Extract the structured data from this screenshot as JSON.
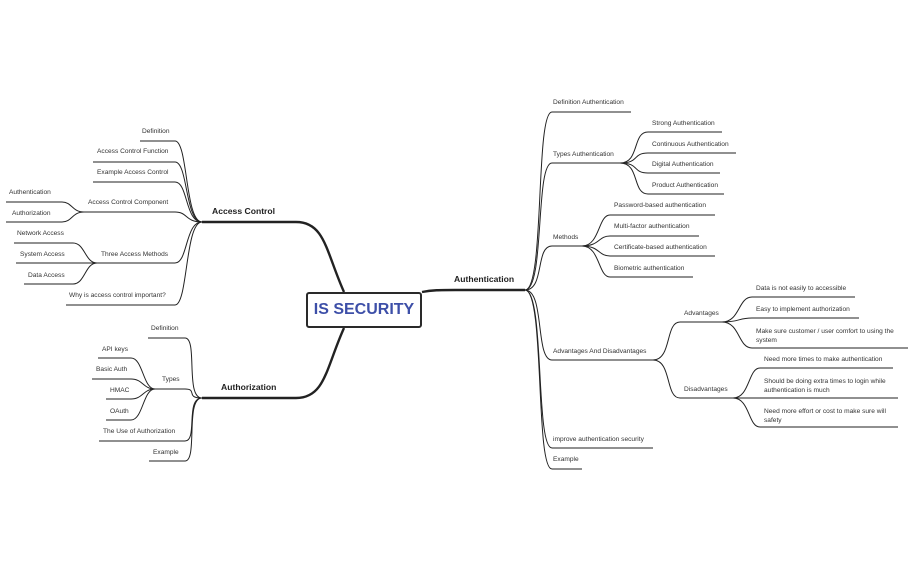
{
  "root": "IS SECURITY",
  "access_control": {
    "title": "Access Control",
    "definition": "Definition",
    "function": "Access Control Function",
    "example": "Example Access Control",
    "component": {
      "label": "Access Control Component",
      "authentication": "Authentication",
      "authorization": "Authorization"
    },
    "three_methods": {
      "label": "Three Access Methods",
      "network": "Network Access",
      "system": "System Access",
      "data": "Data Access"
    },
    "why": "Why is access control important?"
  },
  "authorization": {
    "title": "Authorization",
    "definition": "Definition",
    "types": {
      "label": "Types",
      "api_keys": "API keys",
      "basic_auth": "Basic Auth",
      "hmac": "HMAC",
      "oauth": "OAuth"
    },
    "use": "The Use of Authorization",
    "example": "Example"
  },
  "authentication": {
    "title": "Authentication",
    "definition": "Definition Authentication",
    "types": {
      "label": "Types Authentication",
      "strong": "Strong Authentication",
      "continuous": "Continuous Authentication",
      "digital": "Digital Authentication",
      "product": "Product Authentication"
    },
    "methods": {
      "label": "Methods",
      "password": "Password-based authentication",
      "mfa": "Multi-factor authentication",
      "certificate": "Certificate-based authentication",
      "biometric": "Biometric authentication"
    },
    "adv_dis": {
      "label": "Advantages And Disadvantages",
      "advantages": {
        "label": "Advantages",
        "a1": "Data is not easily to accessible",
        "a2": "Easy to implement authorization",
        "a3": "Make sure customer / user comfort to using the system"
      },
      "disadvantages": {
        "label": "Disadvantages",
        "d1": "Need more times to make authentication",
        "d2": "Should be doing extra times to login while authentication is much",
        "d3": "Need more effort or cost to make sure will safety"
      }
    },
    "improve": "improve authentication security",
    "example": "Example"
  }
}
